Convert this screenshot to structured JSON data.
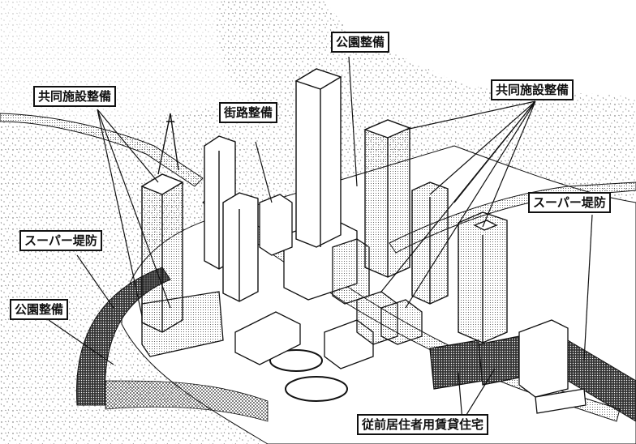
{
  "labels": {
    "park_top": "公園整備",
    "shared_left": "共同施設整備",
    "street": "街路整備",
    "shared_right": "共同施設整備",
    "levee_left": "スーパー堤防",
    "levee_right": "スーパー堤防",
    "park_left": "公園整備",
    "rental_housing": "従前居住者用賃貸住宅"
  },
  "colors": {
    "ink": "#111111",
    "paper": "#ffffff"
  }
}
